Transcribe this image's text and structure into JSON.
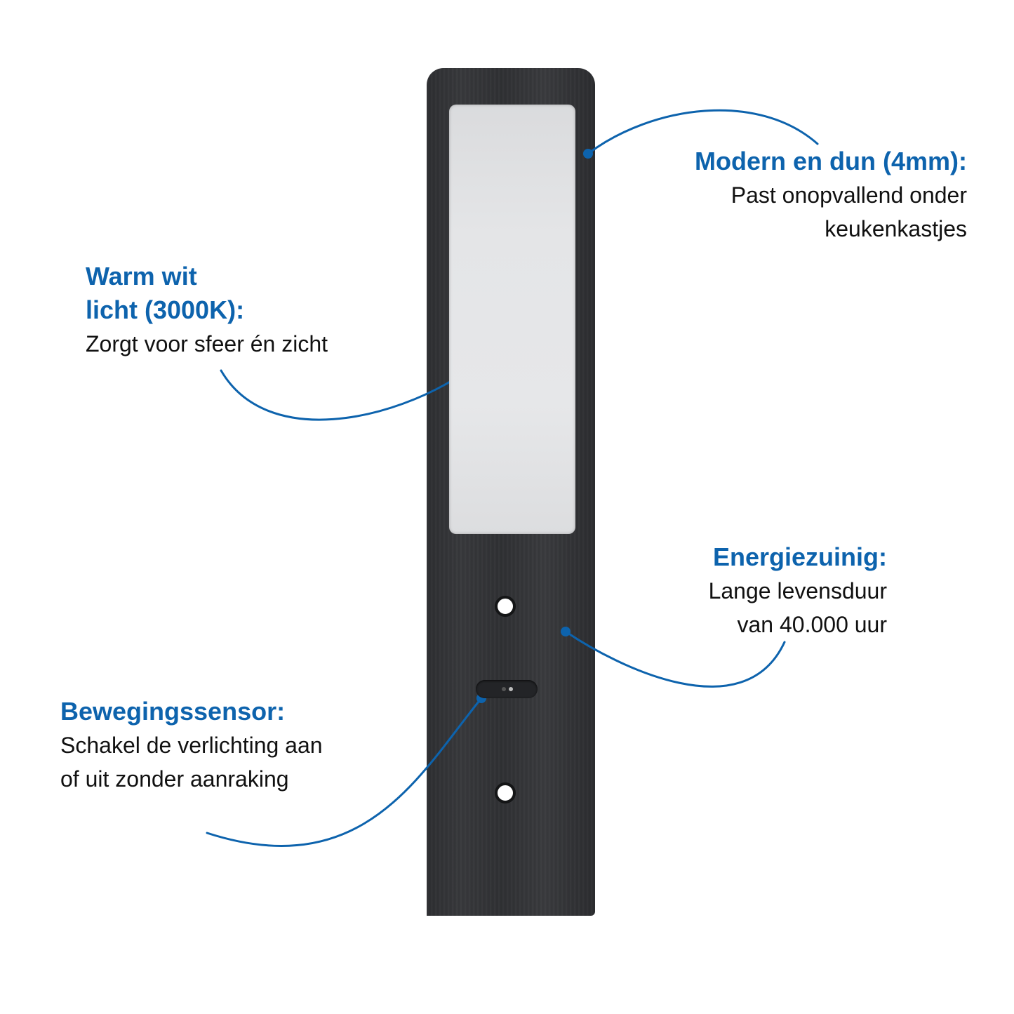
{
  "product": {
    "name": "led-under-cabinet-light",
    "colors": {
      "accent": "#0d63ad",
      "body": "#2f3033",
      "diffuser": "#e4e5e7",
      "text": "#111111"
    }
  },
  "callouts": [
    {
      "id": "modern",
      "title": "Modern en dun (4mm):",
      "lines": [
        "Past onopvallend onder",
        "keukenkastjes"
      ]
    },
    {
      "id": "warm",
      "title_lines": [
        "Warm wit",
        "licht (3000K):"
      ],
      "lines": [
        "Zorgt voor sfeer én zicht"
      ]
    },
    {
      "id": "energy",
      "title": "Energiezuinig:",
      "lines": [
        "Lange levensduur",
        "van 40.000 uur"
      ]
    },
    {
      "id": "sensor",
      "title": "Bewegingssensor:",
      "lines": [
        "Schakel de verlichting aan",
        "of uit zonder aanraking"
      ]
    }
  ]
}
